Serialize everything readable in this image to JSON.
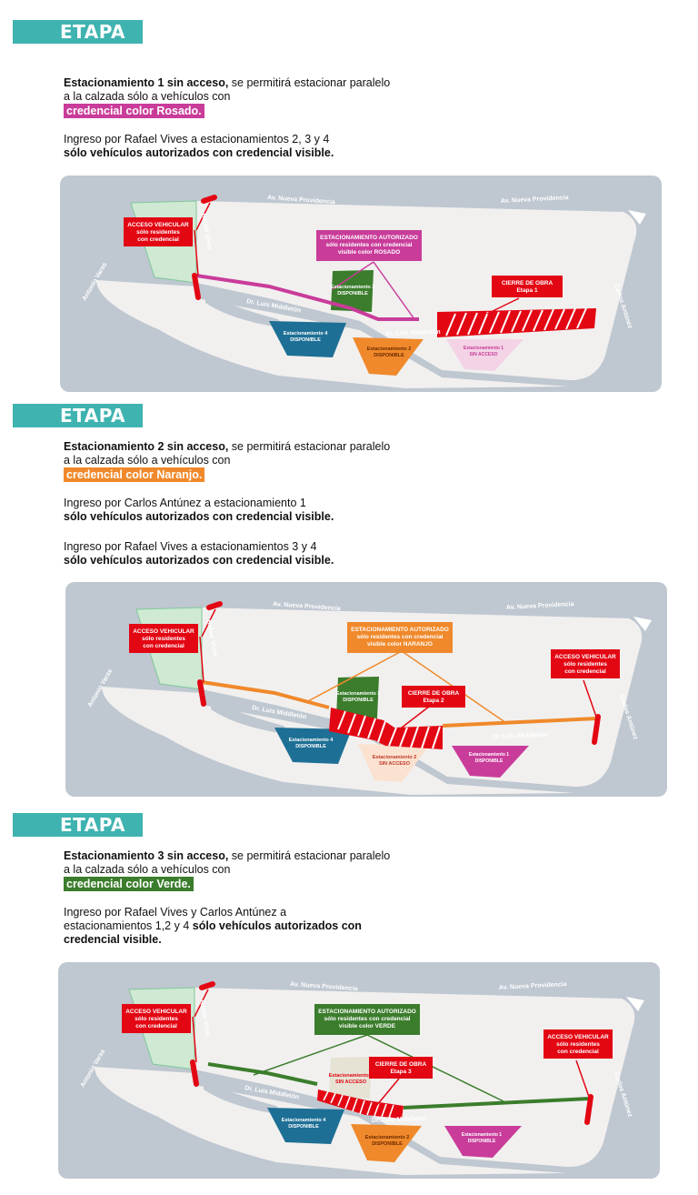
{
  "colors": {
    "teal": "#3fb3b0",
    "pink": "#c93c9a",
    "orange": "#f0892b",
    "green": "#3b7d2c",
    "red": "#e30613",
    "map_bg": "#bfc7d0",
    "block": "#f1f0ef"
  },
  "map_labels": {
    "av_nueva_1": "Av. Nueva Providencia",
    "av_nueva_2": "Av. Nueva Providencia",
    "rafael_vives": "Rafael Vives",
    "antonio_varas": "Antonio Varas",
    "carlos_antunez": "Carlos Antúnez",
    "luis_middleton": "Dr. Luis Middletón"
  },
  "stages": [
    {
      "title": "ETAPA 1",
      "p1_bold": "Estacionamiento 1 sin acceso,",
      "p1_rest": " se permitirá estacionar paralelo a la calzada sólo a vehículos con",
      "p1_badge": "credencial color Rosado.",
      "p2_line": "Ingreso por Rafael Vives a estacionamientos 2, 3 y 4",
      "p2_bold": "sólo vehículos autorizados con credencial visible.",
      "box_access": [
        "ACCESO VEHICULAR",
        "sólo residentes",
        "con credencial"
      ],
      "box_auth": [
        "ESTACIONAMIENTO AUTORIZADO",
        "sólo residentes con credencial",
        "visible color ROSADO"
      ],
      "box_cierre": [
        "CIERRE DE OBRA",
        "Etapa 1"
      ],
      "lots": {
        "e3": [
          "Estacionamiento 3",
          "DISPONIBLE"
        ],
        "e4": [
          "Estacionamiento 4",
          "DISPONIBLE"
        ],
        "e2": [
          "Estacionamiento 2",
          "DISPONIBLE"
        ],
        "e1": [
          "Estacionamiento 1",
          "SIN ACCESO"
        ]
      }
    },
    {
      "title": "ETAPA 2",
      "p1_bold": "Estacionamiento 2 sin acceso,",
      "p1_rest": " se permitirá estacionar paralelo a la calzada sólo a vehículos con",
      "p1_badge": "credencial color Naranjo.",
      "p2_line": "Ingreso por Carlos Antúnez  a estacionamiento 1",
      "p2_bold": "sólo vehículos autorizados con credencial visible.",
      "p3_line": "Ingreso por Rafael Vives a estacionamientos 3 y 4",
      "p3_bold": "sólo vehículos autorizados con credencial visible.",
      "box_access": [
        "ACCESO VEHICULAR",
        "sólo residentes",
        "con credencial"
      ],
      "box_access2": [
        "ACCESO VEHICULAR",
        "sólo residentes",
        "con credencial"
      ],
      "box_auth": [
        "ESTACIONAMIENTO AUTORIZADO",
        "sólo residentes con credencial",
        "visible color NARANJO"
      ],
      "box_cierre": [
        "CIERRE DE OBRA",
        "Etapa 2"
      ],
      "lots": {
        "e3": [
          "Estacionamiento 3",
          "DISPONIBLE"
        ],
        "e4": [
          "Estacionamiento 4",
          "DISPONIBLE"
        ],
        "e2": [
          "Estacionamiento 2",
          "SIN ACCESO"
        ],
        "e1": [
          "Estacionamiento 1",
          "DISPONIBLE"
        ]
      }
    },
    {
      "title": "ETAPA 3",
      "p1_bold": "Estacionamiento 3 sin acceso,",
      "p1_rest": " se permitirá estacionar paralelo a la calzada sólo a vehículos con",
      "p1_badge": "credencial color Verde.",
      "p2_line": "Ingreso por Rafael Vives y Carlos Antúnez a estacionamientos 1,2 y 4",
      "p2_bold": "sólo vehículos autorizados con credencial visible.",
      "box_access": [
        "ACCESO VEHICULAR",
        "sólo residentes",
        "con credencial"
      ],
      "box_access2": [
        "ACCESO VEHICULAR",
        "sólo residentes",
        "con credencial"
      ],
      "box_auth": [
        "ESTACIONAMIENTO AUTORIZADO",
        "sólo residentes con credencial",
        "visible color VERDE"
      ],
      "box_cierre": [
        "CIERRE DE OBRA",
        "Etapa 3"
      ],
      "lots": {
        "e3": [
          "Estacionamiento 3",
          "SIN ACCESO"
        ],
        "e4": [
          "Estacionamiento 4",
          "DISPONIBLE"
        ],
        "e2": [
          "Estacionamiento 2",
          "DISPONIBLE"
        ],
        "e1": [
          "Estacionamiento 1",
          "DISPONIBLE"
        ]
      }
    }
  ]
}
